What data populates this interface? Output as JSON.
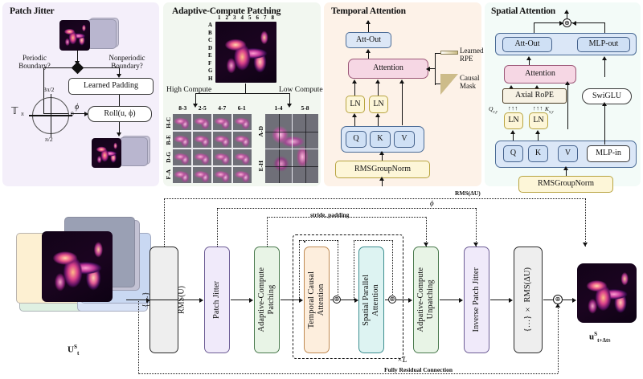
{
  "panels": {
    "jitter": {
      "title": "Patch Jitter",
      "periodic_label": "Periodic\nBoundary?",
      "nonperiodic_label": "Nonperiodic\nBoundary?",
      "learned_padding": "Learned Padding",
      "roll": "Roll(u, ϕ)",
      "phi": "ϕ",
      "torus_symbol": "𝕋",
      "torus_top": "3π/2",
      "torus_left": "π",
      "torus_right": "0",
      "torus_bottom": "π/2"
    },
    "patching": {
      "title": "Adaptive-Compute Patching",
      "col_labels": [
        "1",
        "2",
        "3",
        "4",
        "5",
        "6",
        "7",
        "8"
      ],
      "row_labels": [
        "A",
        "B",
        "C",
        "D",
        "E",
        "F",
        "G",
        "H"
      ],
      "high_compute": "High Compute",
      "low_compute": "Low Compute",
      "high_cols": [
        "8-3",
        "2-5",
        "4-7",
        "6-1"
      ],
      "high_rows": [
        "H-C",
        "B-E",
        "D-G",
        "F-A"
      ],
      "low_cols": [
        "1-4",
        "5-8"
      ],
      "low_rows": [
        "A-D",
        "E-H"
      ]
    },
    "temporal": {
      "title": "Temporal Attention",
      "att_out": "Att-Out",
      "attention": "Attention",
      "ln1": "LN",
      "ln2": "LN",
      "q": "Q",
      "k": "K",
      "v": "V",
      "norm": "RMSGroupNorm",
      "learned_rpe": "Learned\nRPE",
      "causal_mask": "Causal\nMask"
    },
    "spatial": {
      "title": "Spatial Attention",
      "att_out": "Att-Out",
      "mlp_out": "MLP-out",
      "attention": "Attention",
      "axial_rope": "Axial RoPE",
      "swiglu": "SwiGLU",
      "ln1": "LN",
      "ln2": "LN",
      "q_label": "Q",
      "q_sub": "x,y",
      "k_label": "K",
      "k_sub": "x,y",
      "q": "Q",
      "k": "K",
      "v": "V",
      "mlp_in": "MLP-in",
      "norm": "RMSGroupNorm",
      "sum_symbol": "⊕"
    }
  },
  "pipeline": {
    "input_label": "U",
    "input_sup": "S",
    "input_sub": "t",
    "output_label": "u",
    "output_sup": "S",
    "output_sub": "t+Δt",
    "output_sub2": "S",
    "blocks": [
      {
        "id": "rms-in",
        "num": "{…}",
        "den": "RMS(U)"
      },
      {
        "id": "patch-jitter",
        "label": "Patch Jitter"
      },
      {
        "id": "acp",
        "label": "Adaptive-Compute\nPatching"
      },
      {
        "id": "tca",
        "label": "Temporal  Causal\nAttention"
      },
      {
        "id": "spa",
        "label": "Spatial Parallel\nAttention"
      },
      {
        "id": "acu",
        "label": "Adpative-Compute\nUnpatching"
      },
      {
        "id": "ipj",
        "label": "Inverse Patch Jitter"
      },
      {
        "id": "rms-out",
        "label": "{…} × RMS(ΔU)"
      }
    ],
    "annotations": {
      "rms_du": "RMS(ΔU)",
      "phi": "ϕ",
      "stride_padding": "stride, padding",
      "repeat": "×L",
      "residual": "Fully Residual Connection"
    },
    "sum_symbol": "⊕"
  },
  "colors": {
    "jitter_bg": "#f4effa",
    "patching_bg": "#f2f7f0",
    "temporal_bg": "#fdf2e8",
    "spatial_bg": "#f3fbf8",
    "attention_pink": "#f6d7e4",
    "qkv_blue": "#dce7f6",
    "norm_yellow": "#fdf6d8",
    "tca_box": "#fdeedd",
    "spa_box": "#ddf3f2",
    "acp_box": "#e8f4e6",
    "jitter_box": "#f0eafa"
  }
}
